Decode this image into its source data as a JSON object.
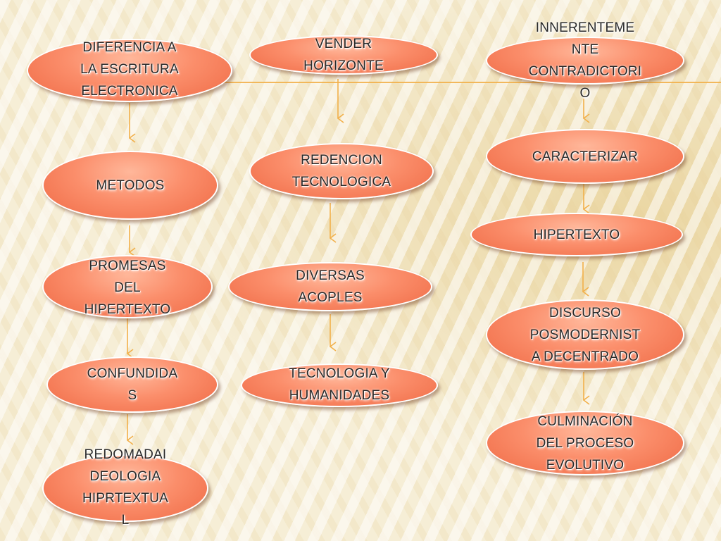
{
  "colors": {
    "node_fill": "#f98c69",
    "node_border": "#ffffff",
    "connector": "#f2b04a",
    "text": "#2a2a2a"
  },
  "diagram": {
    "nodes": {
      "diferencia": "DIFERENCIA  A\nLA  ESCRITURA\nELECTRONICA",
      "vender": "VENDER\nHORIZONTE",
      "innerente": "INNERENTEME\nNTE\nCONTRADICTORI\nO",
      "metodos": "METODOS",
      "redencion": "REDENCION\nTECNOLOGICA",
      "caracterizar": "CARACTERIZAR",
      "hipertexto": "HIPERTEXTO",
      "promesas": "PROMESAS\nDEL\nHIPERTEXTO",
      "diversas": "DIVERSAS\nACOPLES",
      "discurso": "DISCURSO\nPOSMODERNIST\nA DECENTRADO",
      "confundidas": "CONFUNDIDA\nS",
      "tecnologia": "TECNOLOGIA Y\nHUMANIDADES",
      "culminacion": "CULMINACIÓN\nDEL PROCESO\nEVOLUTIVO",
      "redomada": "REDOMADAI\nDEOLOGIA\nHIPRTEXTUA\nL"
    }
  }
}
